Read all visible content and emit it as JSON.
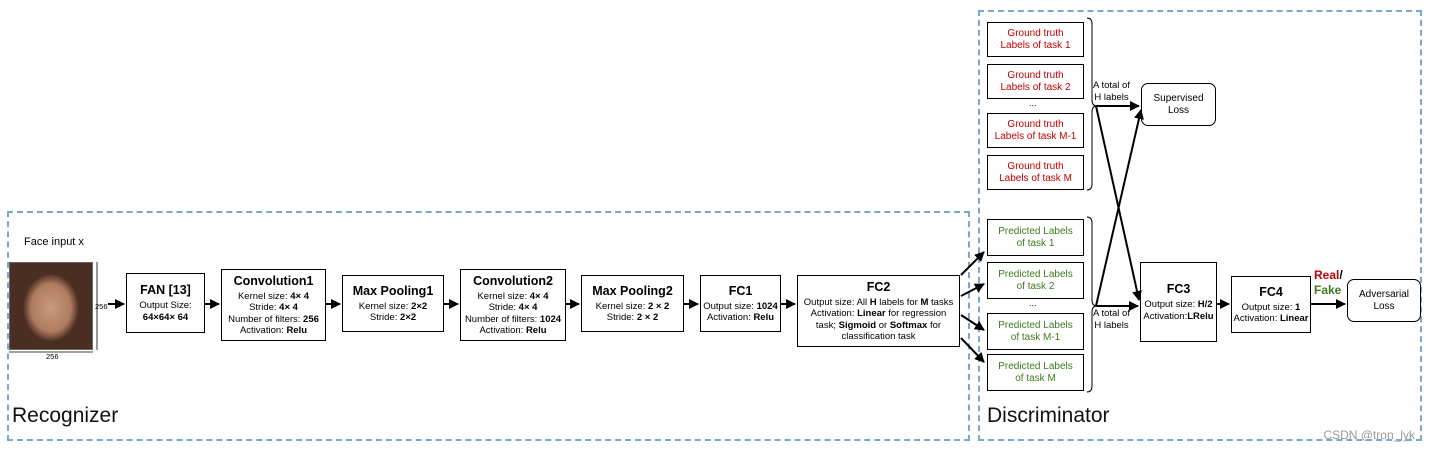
{
  "regions": {
    "recognizer": "Recognizer",
    "discriminator": "Discriminator"
  },
  "input": {
    "label": "Face input x",
    "height_dim": "256",
    "width_dim": "256"
  },
  "recognizer_blocks": {
    "fan": {
      "title": "FAN [13]",
      "l1": "Output Size:",
      "l2": "64×64× 64"
    },
    "conv1": {
      "title": "Convolution1",
      "l1a": "Kernel size: ",
      "l1b": "4× 4",
      "l2a": "Stride: ",
      "l2b": "4× 4",
      "l3a": "Number of filters: ",
      "l3b": "256",
      "l4a": "Activation: ",
      "l4b": "Relu"
    },
    "pool1": {
      "title": "Max Pooling1",
      "l1a": "Kernel size: ",
      "l1b": "2×2",
      "l2a": "Stride: ",
      "l2b": "2×2"
    },
    "conv2": {
      "title": "Convolution2",
      "l1a": "Kernel size: ",
      "l1b": "4× 4",
      "l2a": "Stride: ",
      "l2b": "4× 4",
      "l3a": "Number of filters: ",
      "l3b": "1024",
      "l4a": "Activation: ",
      "l4b": "Relu"
    },
    "pool2": {
      "title": "Max Pooling2",
      "l1a": "Kernel size: ",
      "l1b": "2 × 2",
      "l2a": "Stride: ",
      "l2b": "2 × 2"
    },
    "fc1": {
      "title": "FC1",
      "l1a": "Output size: ",
      "l1b": "1024",
      "l2a": "Activation: ",
      "l2b": "Relu"
    },
    "fc2": {
      "title": "FC2",
      "l1a": "Output size: All ",
      "l1b": "H",
      "l1c": " labels for ",
      "l1d": "M",
      "l1e": " tasks",
      "l2a": "Activation: ",
      "l2b": "Linear",
      "l2c": " for regression",
      "l3a": "task; ",
      "l3b": "Sigmoid",
      "l3c": " or ",
      "l3d": "Softmax",
      "l3e": " for",
      "l4": "classification task"
    }
  },
  "ground_truth": [
    {
      "l1": "Ground truth",
      "l2": "Labels of task 1"
    },
    {
      "l1": "Ground truth",
      "l2": "Labels of task 2"
    },
    {
      "l1": "Ground truth",
      "l2": "Labels of task M-1"
    },
    {
      "l1": "Ground truth",
      "l2": "Labels of task M"
    }
  ],
  "predicted": [
    {
      "l1": "Predicted Labels",
      "l2": "of task 1"
    },
    {
      "l1": "Predicted Labels",
      "l2": "of task 2"
    },
    {
      "l1": "Predicted Labels",
      "l2": "of task M-1"
    },
    {
      "l1": "Predicted Labels",
      "l2": "of task M"
    }
  ],
  "ellipsis": "...",
  "sum_top": {
    "l1": "A total of",
    "l2": "H labels"
  },
  "sum_bottom": {
    "l1": "A total of",
    "l2": "H labels"
  },
  "supervised_loss": {
    "l1": "Supervised",
    "l2": "Loss"
  },
  "fc3": {
    "title": "FC3",
    "l1a": "Output size:  ",
    "l1b": "H/2",
    "l2a": "Activation:",
    "l2b": "LRelu"
  },
  "fc4": {
    "title": "FC4",
    "l1a": "Output size: ",
    "l1b": "1",
    "l2a": "Activation: ",
    "l2b": "Linear"
  },
  "real_fake": {
    "real": "Real",
    "slash": "/",
    "fake": "Fake"
  },
  "adversarial_loss": {
    "l1": "Adversarial",
    "l2": "Loss"
  },
  "watermark": "CSDN @tron_lyk",
  "colors": {
    "region_border": "#7aa7cf",
    "ground_truth_text": "#c00000",
    "predicted_text": "#3d7a1e"
  }
}
